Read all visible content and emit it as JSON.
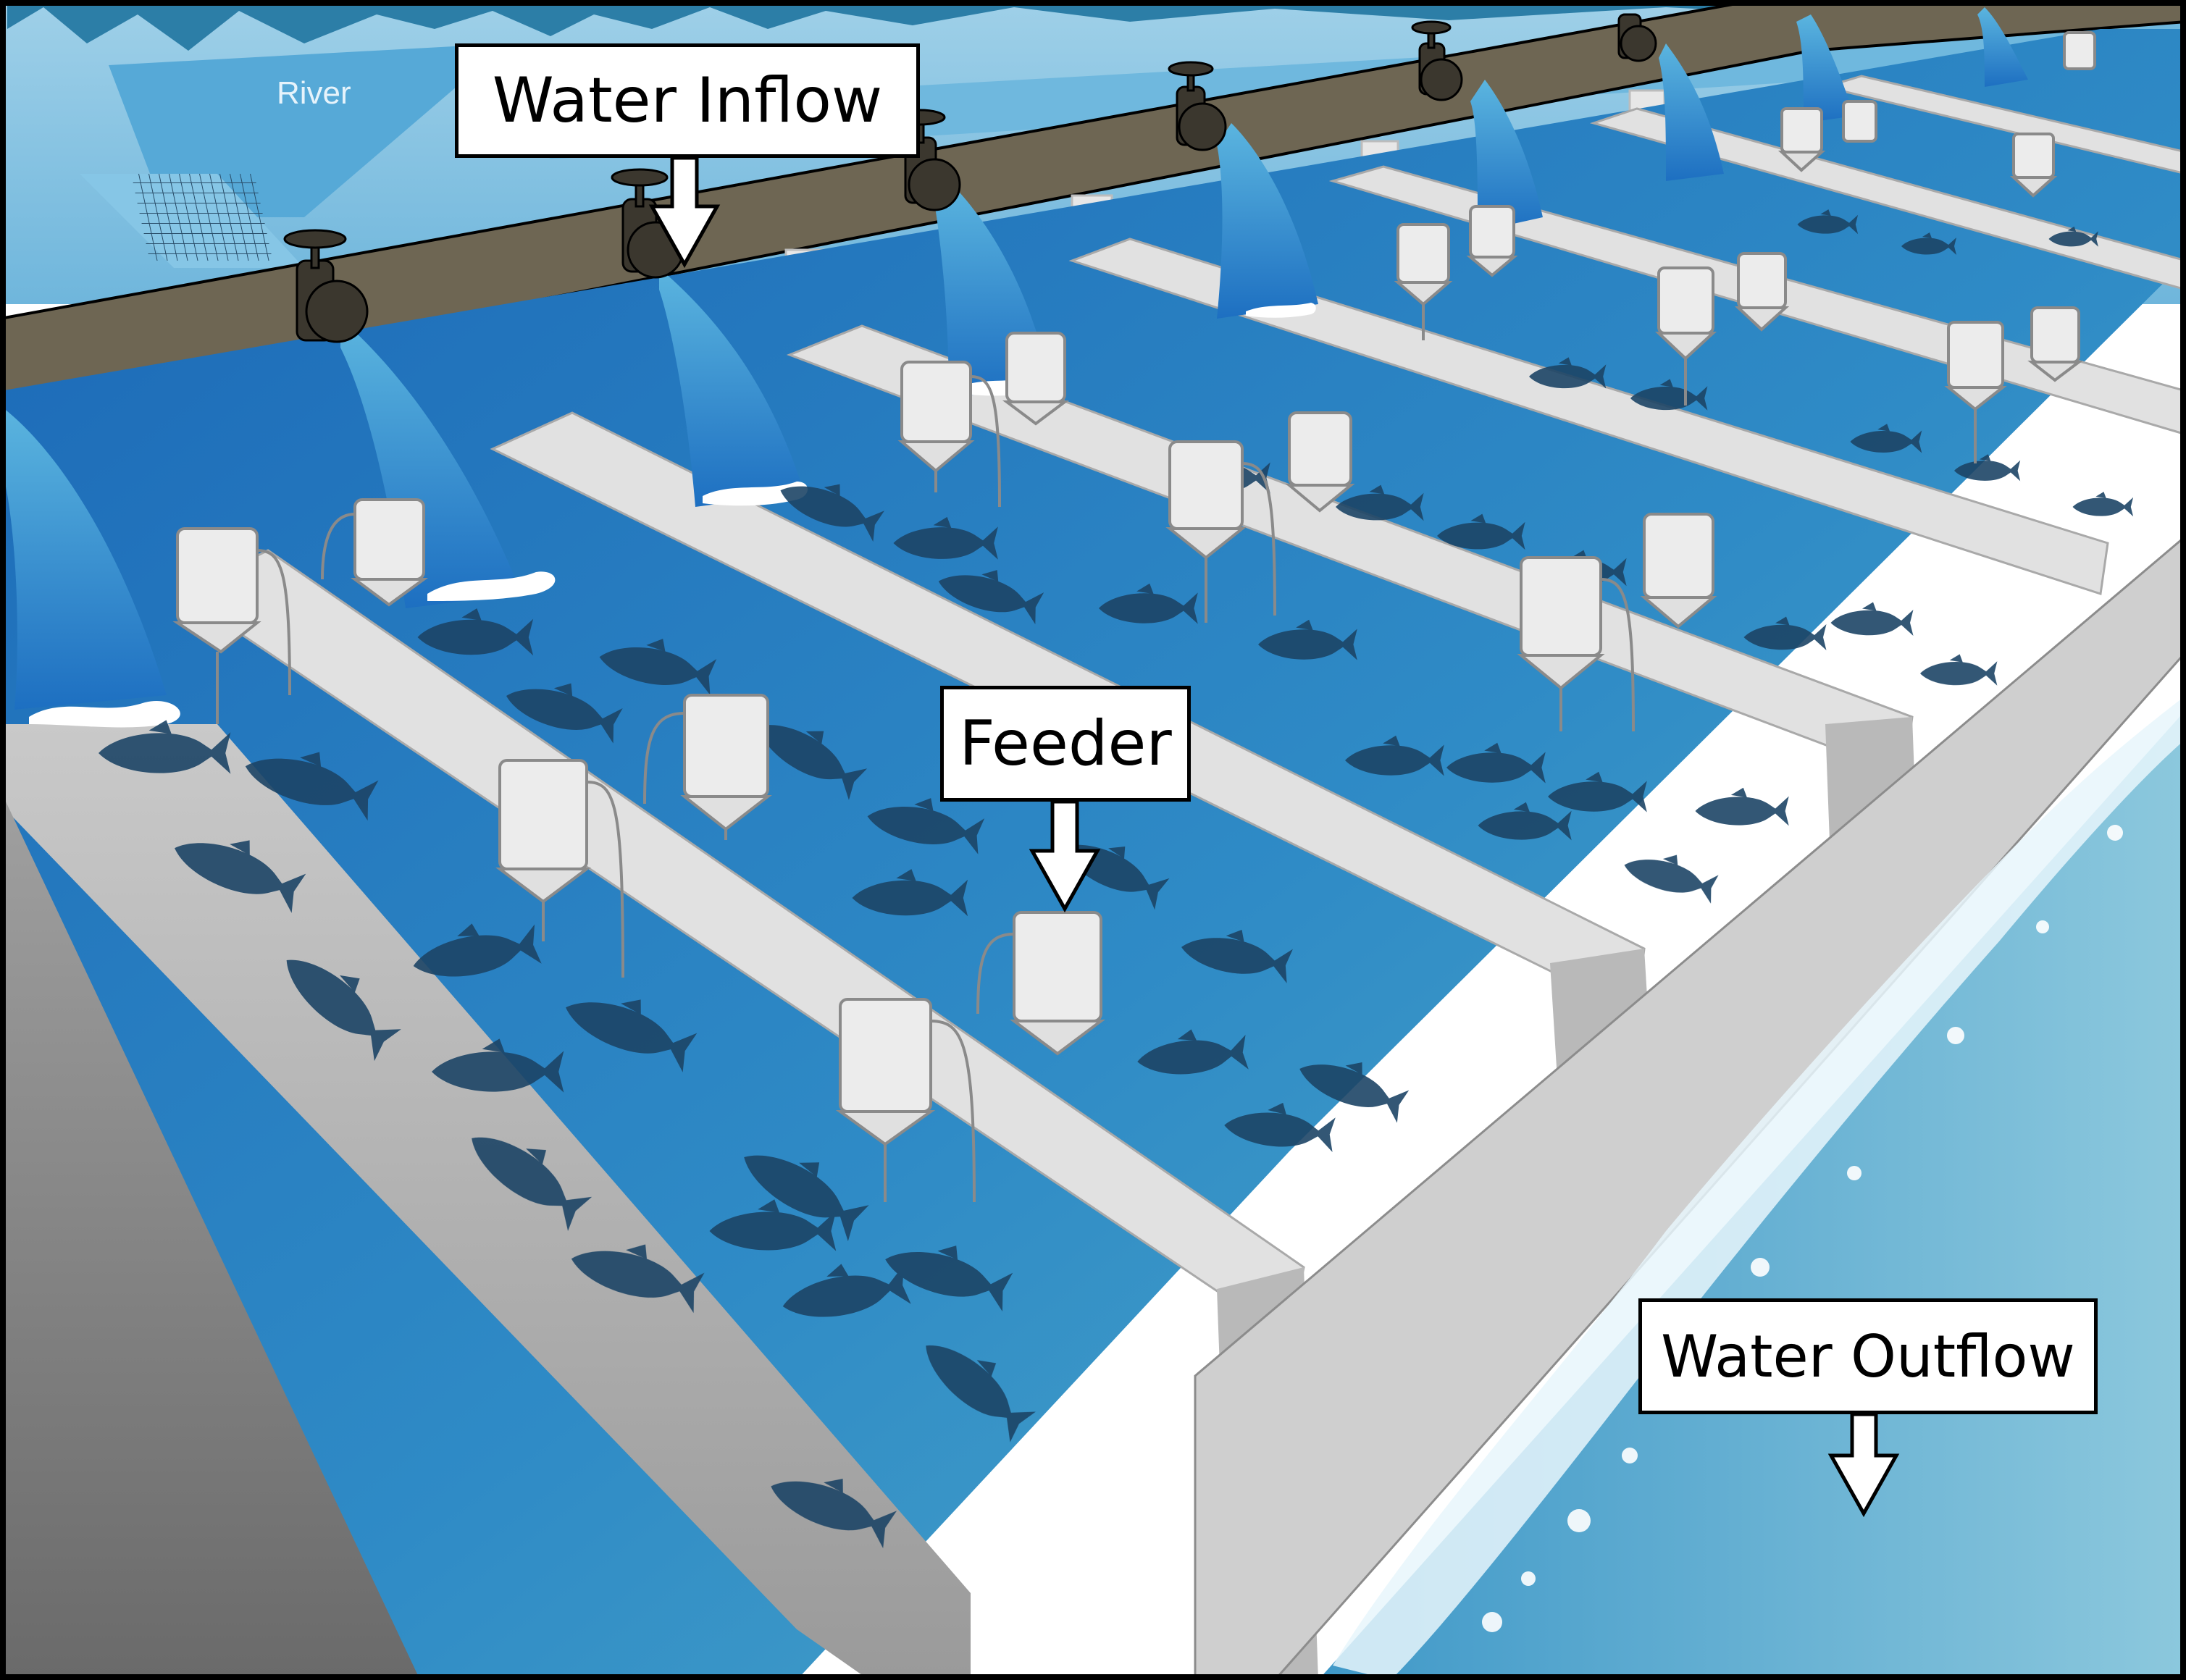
{
  "labels": {
    "river": "River",
    "water_inflow": "Water Inflow",
    "feeder": "Feeder",
    "water_outflow": "Water Outflow"
  },
  "icons": [
    "valve-icon",
    "fish-icon",
    "feeder-hopper-icon",
    "arrow-down-icon"
  ],
  "colors": {
    "water_deep": "#1e6fbe",
    "water_light": "#4aa6c8",
    "channel_light": "#79bad8",
    "concrete_top": "#e3e3e3",
    "concrete_side": "#b3b3b3",
    "pipe": "#6e6653",
    "fish": "#1c4466",
    "outline": "#000000"
  }
}
